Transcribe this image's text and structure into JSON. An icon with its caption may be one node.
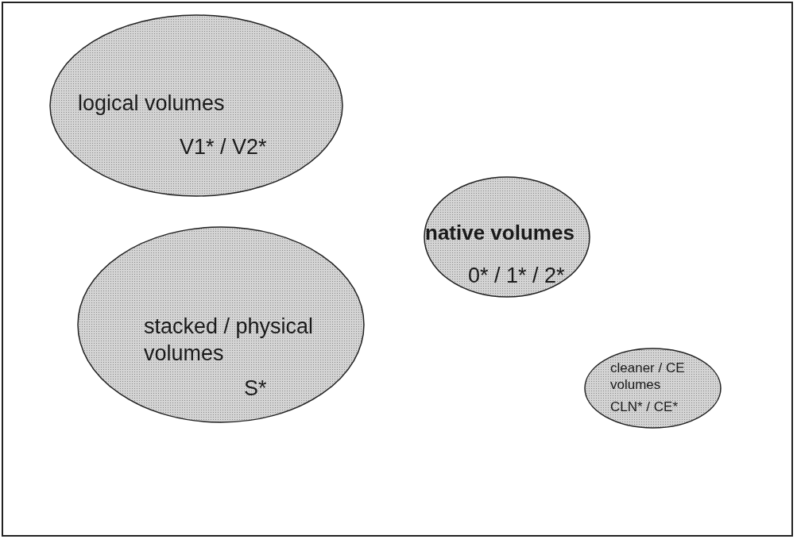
{
  "diagram": {
    "nodes": [
      {
        "text": [
          "logical volumes",
          "V1* / V2*"
        ]
      },
      {
        "text": [
          "native volumes",
          "0* / 1* / 2*"
        ]
      },
      {
        "text": [
          "stacked / physical volumes",
          "S*"
        ]
      },
      {
        "text": [
          "cleaner / CE volumes",
          "CLN* / CE*"
        ]
      }
    ]
  }
}
